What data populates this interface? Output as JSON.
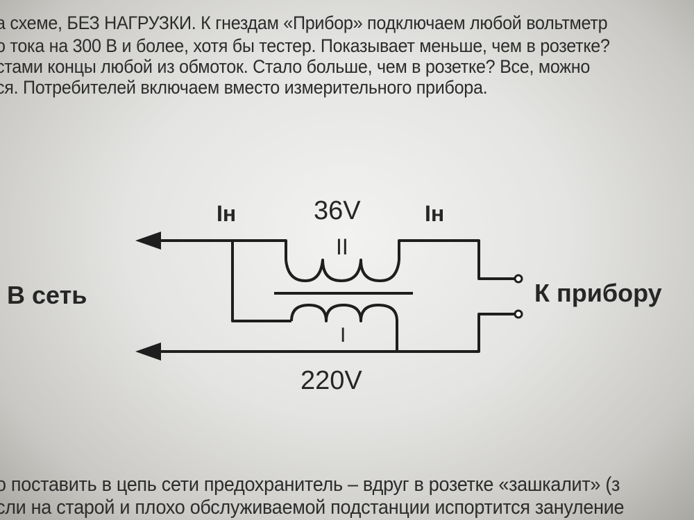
{
  "text_top": [
    "а схеме, БЕЗ НАГРУЗКИ. К гнездам «Прибор» подключаем любой вольтметр",
    "о тока на 300 В и более, хотя бы тестер. Показывает меньше, чем в розетке?",
    "стами концы любой из обмоток. Стало больше, чем в розетке? Все, можно",
    "ся. Потребителей включаем вместо измерительного прибора."
  ],
  "diagram": {
    "current_left": "Iн",
    "current_right": "Iн",
    "secondary_voltage": "36V",
    "secondary_label": "II",
    "primary_label": "I",
    "primary_voltage": "220V",
    "mains_label": "В сеть",
    "device_label": "К прибору"
  },
  "text_bottom": [
    "о поставить в цепь сети предохранитель – вдруг в розетке «зашкалит» (з",
    "сли на старой и плохо обслуживаемой подстанции испортится зануление"
  ]
}
